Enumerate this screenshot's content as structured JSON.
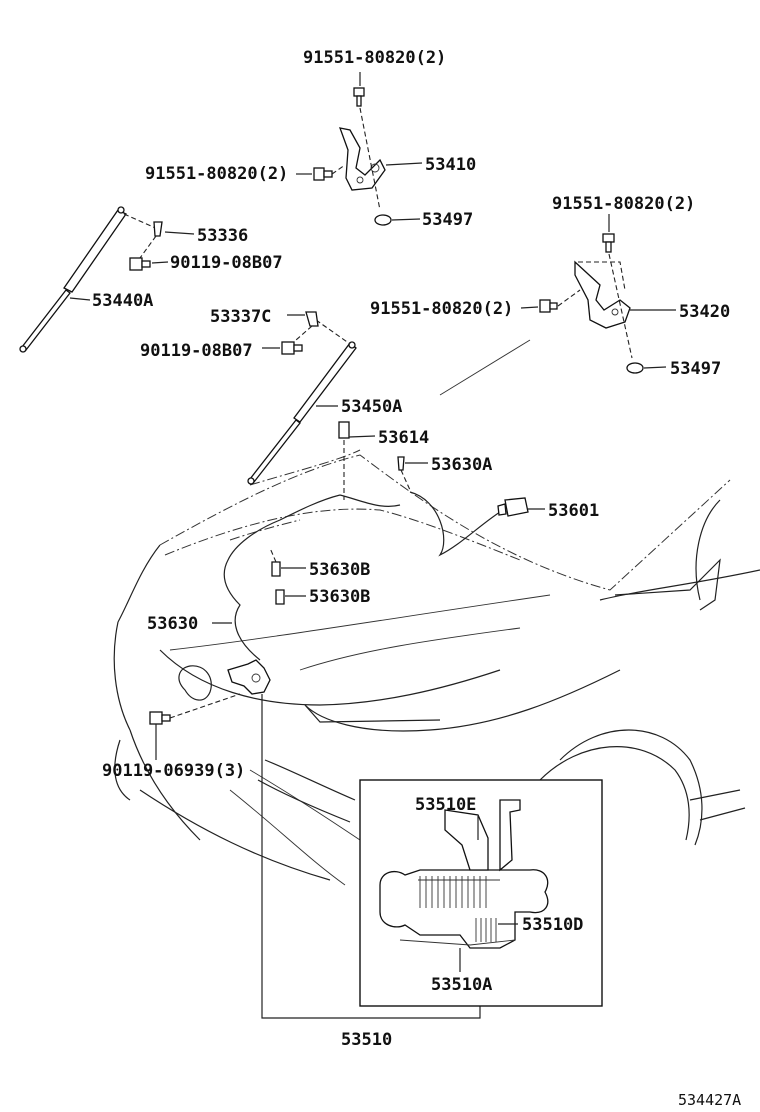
{
  "labels": {
    "hinge_bolt_top_left": "91551-80820(2)",
    "hinge_bolt_side_left": "91551-80820(2)",
    "hinge_left": "53410",
    "washer_left": "53497",
    "hinge_bolt_top_right": "91551-80820(2)",
    "hinge_bolt_side_right": "91551-80820(2)",
    "hinge_right": "53420",
    "washer_right": "53497",
    "stay_bracket_left": "53336",
    "stay_bolt_left": "90119-08B07",
    "support_left": "53440A",
    "stay_bracket_right": "53337C",
    "stay_bolt_right": "90119-08B07",
    "support_right": "53450A",
    "clip_53614": "53614",
    "clip_53630a": "53630A",
    "sensor_53601": "53601",
    "clip_53630b_1": "53630B",
    "clip_53630b_2": "53630B",
    "cable_53630": "53630",
    "lock_bolt": "90119-06939(3)",
    "lock_sub_e": "53510E",
    "lock_sub_d": "53510D",
    "lock_sub_a": "53510A",
    "lock_assembly": "53510",
    "figure_code": "534427A"
  }
}
